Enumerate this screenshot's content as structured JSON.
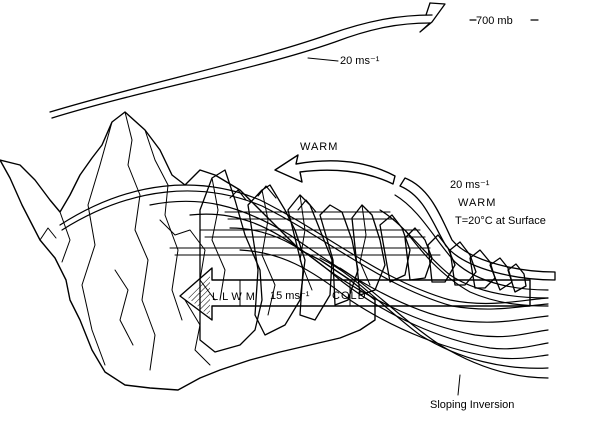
{
  "labels": {
    "level_700": "700 mb",
    "upper_wind": "20 ms⁻¹",
    "warm_arrow": "WARM",
    "mid_wind": "20 ms⁻¹",
    "warm_layer": "WARM",
    "surface_temp": "T=20°C at Surface",
    "llwm": "LLWM",
    "llwm_speed": "15 ms⁻¹",
    "cold": "COLD",
    "inversion": "Sloping Inversion"
  },
  "colors": {
    "ink": "#000000",
    "background": "#ffffff"
  }
}
